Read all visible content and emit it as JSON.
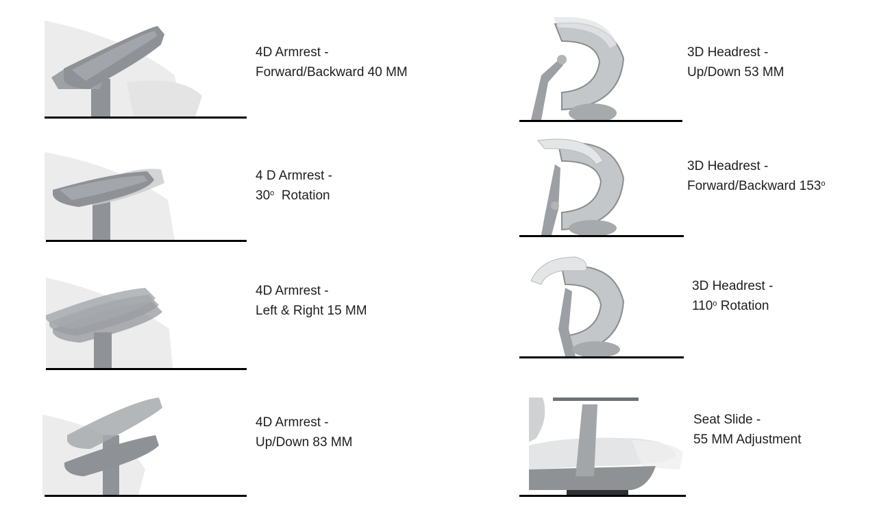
{
  "features": [
    {
      "id": "armrest-fb",
      "line1": "4D Armrest -",
      "line2": "Forward/Backward 40 MM",
      "image": "armrest-forward-backward-image"
    },
    {
      "id": "armrest-rot",
      "line1": "4 D Armrest -",
      "line2_pre": "30",
      "line2_sup": "o",
      "line2_post": "  Rotation",
      "image": "armrest-rotation-image"
    },
    {
      "id": "armrest-lr",
      "line1": "4D Armrest -",
      "line2": "Left & Right 15 MM",
      "image": "armrest-left-right-image"
    },
    {
      "id": "armrest-ud",
      "line1": "4D Armrest -",
      "line2": "Up/Down 83 MM",
      "image": "armrest-up-down-image"
    },
    {
      "id": "headrest-ud",
      "line1": "3D Headrest -",
      "line2": "Up/Down 53 MM",
      "image": "headrest-up-down-image"
    },
    {
      "id": "headrest-fb",
      "line1": "3D Headrest -",
      "line2_pre": "Forward/Backward 153",
      "line2_sup": "o",
      "line2_post": "",
      "image": "headrest-forward-backward-image"
    },
    {
      "id": "headrest-rot",
      "line1": "3D Headrest -",
      "line2_pre": "110",
      "line2_sup": "o",
      "line2_post": " Rotation",
      "image": "headrest-rotation-image"
    },
    {
      "id": "seat-slide",
      "line1": "Seat Slide -",
      "line2": "55 MM Adjustment",
      "image": "seat-slide-image"
    }
  ],
  "colors": {
    "rule": "#000000",
    "armrest": "#8e9194",
    "seat": "#e9e9e9",
    "frame": "#a9acaf"
  }
}
